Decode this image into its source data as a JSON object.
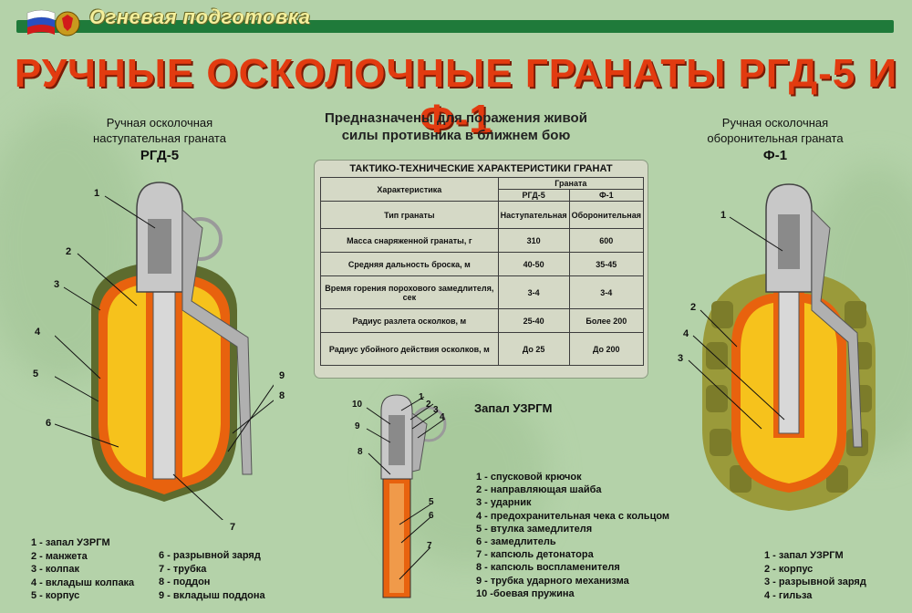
{
  "header": {
    "title": "Огневая подготовка"
  },
  "main_title": "РУЧНЫЕ ОСКОЛОЧНЫЕ ГРАНАТЫ РГД-5 И Ф-1",
  "subtitle": [
    "Предназначены для поражения живой",
    "силы противника в ближнем бою"
  ],
  "left_grenade": {
    "caption": [
      "Ручная осколочная",
      "наступательная граната"
    ],
    "name": "РГД-5"
  },
  "right_grenade": {
    "caption": [
      "Ручная осколочная",
      "оборонительная граната"
    ],
    "name": "Ф-1"
  },
  "table": {
    "title": "ТАКТИКО-ТЕХНИЧЕСКИЕ ХАРАКТЕРИСТИКИ ГРАНАТ",
    "col_char": "Характеристика",
    "col_grenades": "Граната",
    "col_rgd": "РГД-5",
    "col_f1": "Ф-1",
    "rows": [
      {
        "name": "Тип гранаты",
        "rgd": "Наступательная",
        "f1": "Оборонительная"
      },
      {
        "name": "Масса снаряженной гранаты, г",
        "rgd": "310",
        "f1": "600"
      },
      {
        "name": "Средняя дальность броска, м",
        "rgd": "40-50",
        "f1": "35-45"
      },
      {
        "name": "Время горения порохового замедлителя, сек",
        "rgd": "3-4",
        "f1": "3-4"
      },
      {
        "name": "Радиус разлета осколков, м",
        "rgd": "25-40",
        "f1": "Более 200"
      },
      {
        "name": "Радиус убойного действия осколков, м",
        "rgd": "До 25",
        "f1": "До 200"
      }
    ]
  },
  "fuse": {
    "title": "Запал УЗРГМ"
  },
  "legend_left_a": [
    "1 - запал УЗРГМ",
    "2 - манжета",
    "3 - колпак",
    "4 - вкладыш колпака",
    "5 - корпус"
  ],
  "legend_left_b": [
    "6 - разрывной заряд",
    "7 - трубка",
    "8 - поддон",
    "9 - вкладыш поддона"
  ],
  "legend_fuse": [
    "1 - спусковой крючок",
    "2 - направляющая шайба",
    "3 - ударник",
    "4 - предохранительная чека с кольцом",
    "5 - втулка замедлителя",
    "6 - замедлитель",
    "7 - капсюль детонатора",
    "8 - капсюль воспламенителя",
    "9 - трубка ударного механизма",
    "10 -боевая пружина"
  ],
  "legend_right": [
    "1 - запал УЗРГМ",
    "2 - корпус",
    "3 - разрывной заряд",
    "4 - гильза"
  ],
  "callouts_left": [
    "1",
    "2",
    "3",
    "4",
    "5",
    "6",
    "7",
    "8",
    "9"
  ],
  "callouts_fuse": [
    "10",
    "1",
    "2",
    "3",
    "4",
    "9",
    "8",
    "5",
    "6",
    "7"
  ],
  "callouts_right": [
    "1",
    "2",
    "4",
    "3"
  ],
  "colors": {
    "background": "#b4d2a9",
    "title": "#e23b10",
    "header_bar": "#1f7a3a",
    "charge": "#f6c21c",
    "body_orange": "#e8620e",
    "f1_body": "#9a9a3a"
  }
}
